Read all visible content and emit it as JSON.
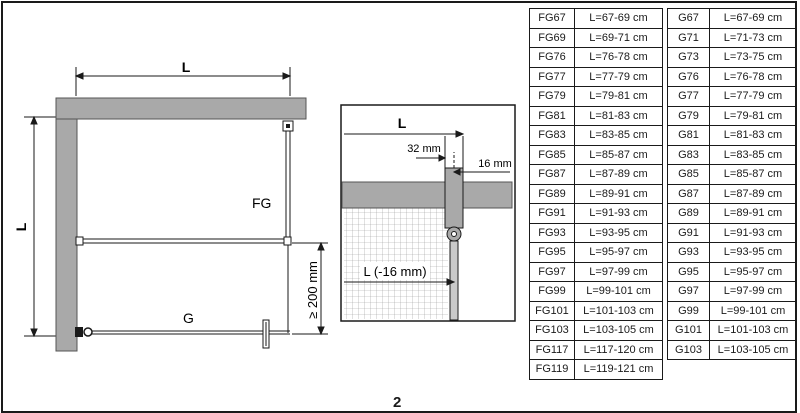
{
  "diagram_left": {
    "dim_top": "L",
    "dim_left": "L",
    "label_fg": "FG",
    "label_g": "G",
    "dim_vertical": "≥ 200 mm"
  },
  "diagram_detail": {
    "dim_top": "L",
    "dim_32": "32 mm",
    "dim_16": "16 mm",
    "dim_inner": "L (-16 mm)"
  },
  "table_fg": {
    "rows": [
      {
        "code": "FG67",
        "range": "L=67-69 cm"
      },
      {
        "code": "FG69",
        "range": "L=69-71 cm"
      },
      {
        "code": "FG76",
        "range": "L=76-78 cm"
      },
      {
        "code": "FG77",
        "range": "L=77-79 cm"
      },
      {
        "code": "FG79",
        "range": "L=79-81 cm"
      },
      {
        "code": "FG81",
        "range": "L=81-83 cm"
      },
      {
        "code": "FG83",
        "range": "L=83-85 cm"
      },
      {
        "code": "FG85",
        "range": "L=85-87 cm"
      },
      {
        "code": "FG87",
        "range": "L=87-89 cm"
      },
      {
        "code": "FG89",
        "range": "L=89-91 cm"
      },
      {
        "code": "FG91",
        "range": "L=91-93 cm"
      },
      {
        "code": "FG93",
        "range": "L=93-95 cm"
      },
      {
        "code": "FG95",
        "range": "L=95-97 cm"
      },
      {
        "code": "FG97",
        "range": "L=97-99 cm"
      },
      {
        "code": "FG99",
        "range": "L=99-101 cm"
      },
      {
        "code": "FG101",
        "range": "L=101-103 cm"
      },
      {
        "code": "FG103",
        "range": "L=103-105 cm"
      },
      {
        "code": "FG117",
        "range": "L=117-120 cm"
      },
      {
        "code": "FG119",
        "range": "L=119-121 cm"
      }
    ]
  },
  "table_g": {
    "rows": [
      {
        "code": "G67",
        "range": "L=67-69 cm"
      },
      {
        "code": "G71",
        "range": "L=71-73 cm"
      },
      {
        "code": "G73",
        "range": "L=73-75 cm"
      },
      {
        "code": "G76",
        "range": "L=76-78 cm"
      },
      {
        "code": "G77",
        "range": "L=77-79 cm"
      },
      {
        "code": "G79",
        "range": "L=79-81 cm"
      },
      {
        "code": "G81",
        "range": "L=81-83 cm"
      },
      {
        "code": "G83",
        "range": "L=83-85 cm"
      },
      {
        "code": "G85",
        "range": "L=85-87 cm"
      },
      {
        "code": "G87",
        "range": "L=87-89 cm"
      },
      {
        "code": "G89",
        "range": "L=89-91 cm"
      },
      {
        "code": "G91",
        "range": "L=91-93 cm"
      },
      {
        "code": "G93",
        "range": "L=93-95 cm"
      },
      {
        "code": "G95",
        "range": "L=95-97 cm"
      },
      {
        "code": "G97",
        "range": "L=97-99 cm"
      },
      {
        "code": "G99",
        "range": "L=99-101 cm"
      },
      {
        "code": "G101",
        "range": "L=101-103 cm"
      },
      {
        "code": "G103",
        "range": "L=103-105 cm"
      }
    ]
  },
  "page_number": "2",
  "colors": {
    "wall": "#a9a9a9",
    "line": "#1a1a1a",
    "grid": "#9a9a9a"
  }
}
